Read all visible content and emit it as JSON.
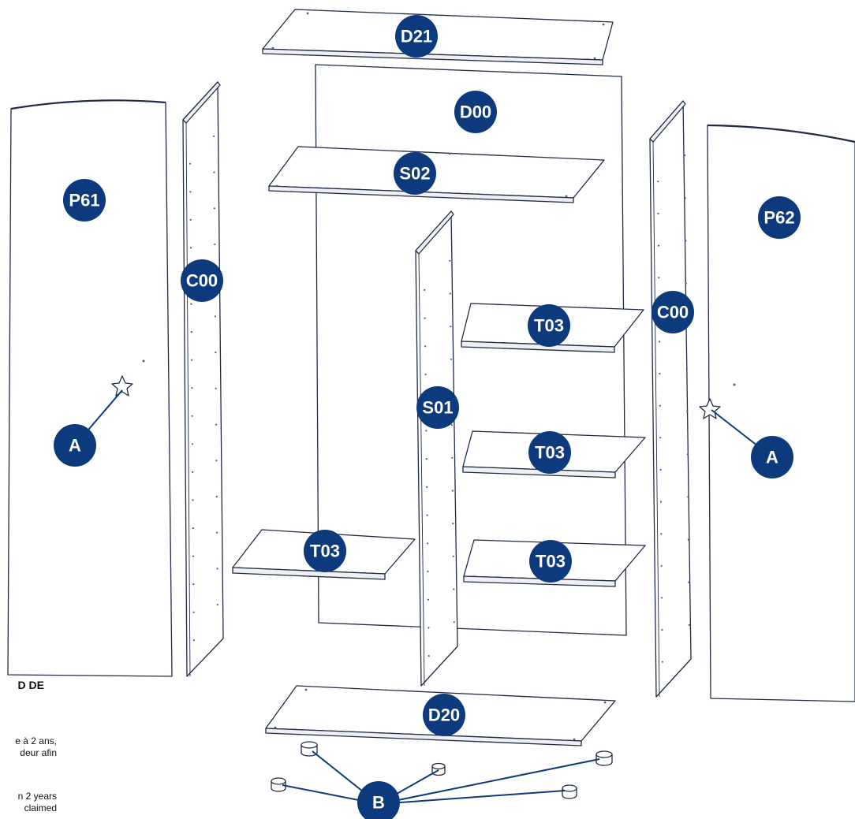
{
  "labels": {
    "d21": "D21",
    "d00": "D00",
    "s02": "S02",
    "p61": "P61",
    "c00_left": "C00",
    "s01": "S01",
    "t03_a": "T03",
    "t03_b": "T03",
    "t03_c": "T03",
    "t03_d": "T03",
    "c00_right": "C00",
    "p62": "P62",
    "a_left": "A",
    "a_right": "A",
    "d20": "D20",
    "b": "B"
  },
  "side_text": {
    "title": "D DE",
    "line1": "e à 2 ans,",
    "line2": "deur afin",
    "line3": "n 2 years",
    "line4": "claimed"
  },
  "colors": {
    "badge": "#0d3a7d",
    "outline": "#1f2a44"
  }
}
